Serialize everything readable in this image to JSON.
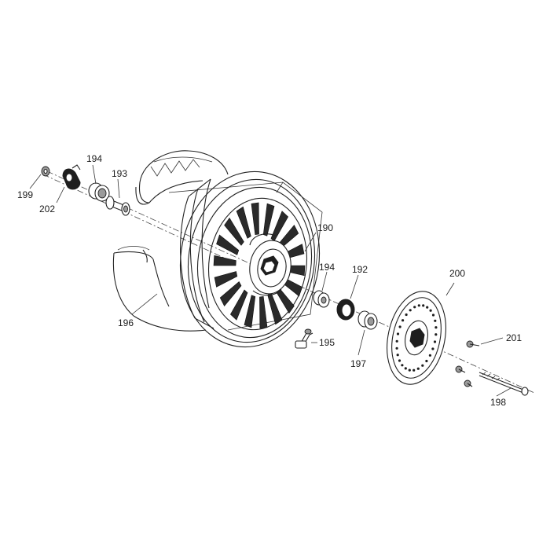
{
  "diagram": {
    "callouts": {
      "c190": "190",
      "c192": "192",
      "c193": "193",
      "c194a": "194",
      "c194b": "194",
      "c195": "195",
      "c196": "196",
      "c197": "197",
      "c198": "198",
      "c199": "199",
      "c200": "200",
      "c201": "201",
      "c202": "202"
    }
  }
}
